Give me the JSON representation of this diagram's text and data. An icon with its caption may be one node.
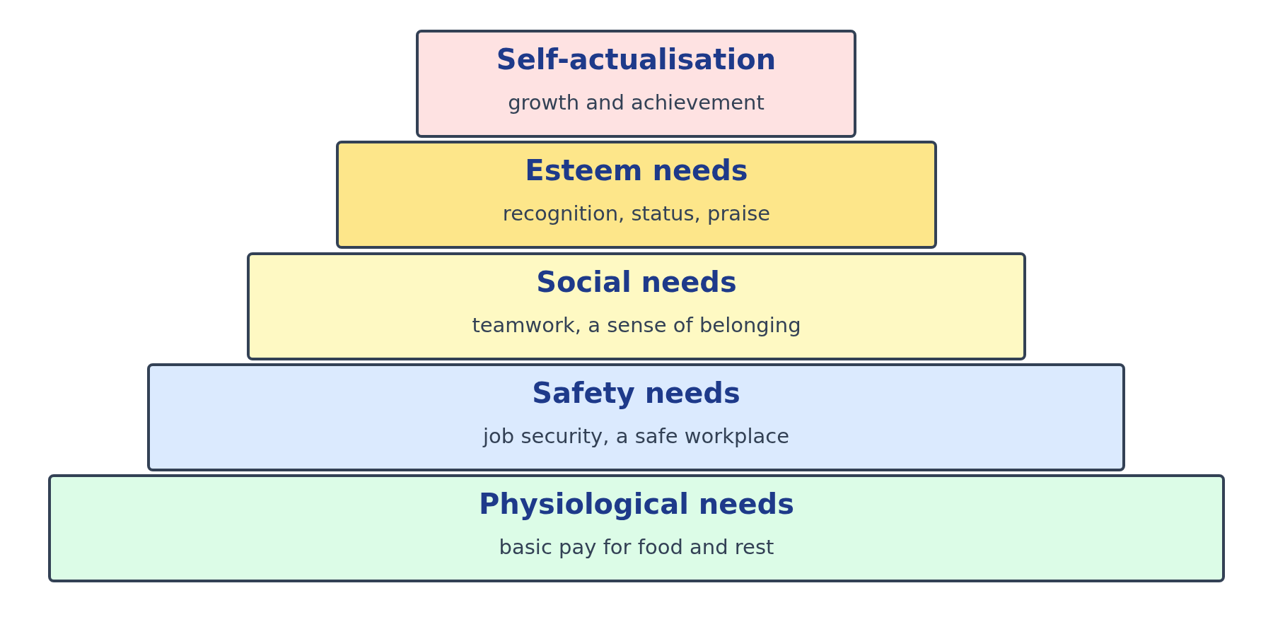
{
  "diagram": {
    "nodes": [
      {
        "text": [
          "Self-actualisation",
          "growth and achievement"
        ]
      },
      {
        "text": [
          "Esteem needs",
          "recognition, status, praise"
        ]
      },
      {
        "text": [
          "Social needs",
          "teamwork, a sense of belonging"
        ]
      },
      {
        "text": [
          "Safety needs",
          "job security, a safe workplace"
        ]
      },
      {
        "text": [
          "Physiological needs",
          "basic pay for food and rest"
        ]
      }
    ]
  }
}
